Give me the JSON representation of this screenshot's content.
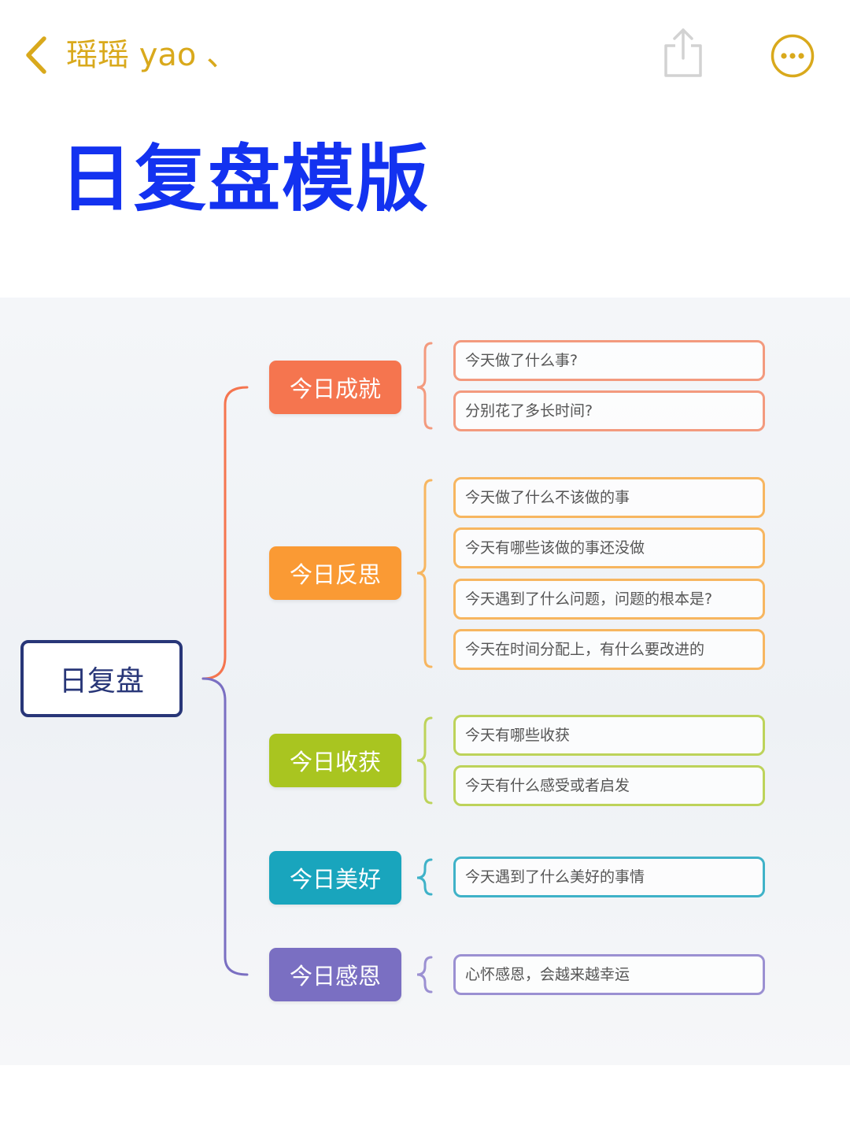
{
  "nav": {
    "back_icon": "chevron-left-icon",
    "title": "瑶瑶 yao 、",
    "share_icon": "share-icon",
    "more_icon": "more-icon",
    "accent_color": "#d9a91c"
  },
  "page": {
    "title": "日复盘模版",
    "title_color": "#1332f0"
  },
  "mindmap": {
    "root": "日复盘",
    "branches": [
      {
        "label": "今日成就",
        "color": "#f5754f",
        "border": "#f39a7e",
        "items": [
          "今天做了什么事?",
          "分别花了多长时间?"
        ]
      },
      {
        "label": "今日反思",
        "color": "#fa9a34",
        "border": "#f7b660",
        "items": [
          "今天做了什么不该做的事",
          "今天有哪些该做的事还没做",
          "今天遇到了什么问题，问题的根本是?",
          "今天在时间分配上，有什么要改进的"
        ]
      },
      {
        "label": "今日收获",
        "color": "#a9c520",
        "border": "#bdd35a",
        "items": [
          "今天有哪些收获",
          "今天有什么感受或者启发"
        ]
      },
      {
        "label": "今日美好",
        "color": "#19a5bd",
        "border": "#3fb2c8",
        "items": [
          "今天遇到了什么美好的事情"
        ]
      },
      {
        "label": "今日感恩",
        "color": "#7a6fc2",
        "border": "#9b90d2",
        "items": [
          "心怀感恩，会越来越幸运"
        ]
      }
    ]
  }
}
